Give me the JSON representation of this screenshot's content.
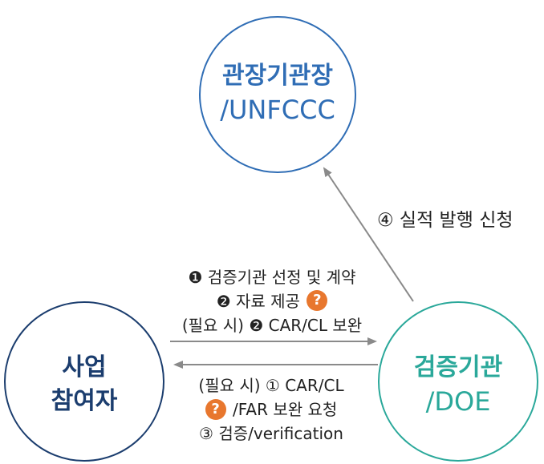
{
  "nodes": {
    "unfccc": {
      "line1": "관장기관장",
      "line2": "/UNFCCC",
      "color": "#2f6db5"
    },
    "participant": {
      "line1": "사업",
      "line2": "참여자",
      "color": "#1b3d6e"
    },
    "doe": {
      "line1": "검증기관",
      "line2": "/DOE",
      "color": "#2aa89a"
    }
  },
  "edges": {
    "doe_to_unfccc": "④ 실적 발행 신청",
    "participant_to_doe": {
      "line1": "❶ 검증기관 선정 및 계약",
      "line2": "❷ 자료 제공",
      "line3": "(필요 시) ❷ CAR/CL 보완"
    },
    "doe_to_participant": {
      "line1": "(필요 시) ① CAR/CL",
      "line2": "/FAR 보완 요청",
      "line3": "③ 검증/verification"
    }
  },
  "icons": {
    "question": "?"
  }
}
